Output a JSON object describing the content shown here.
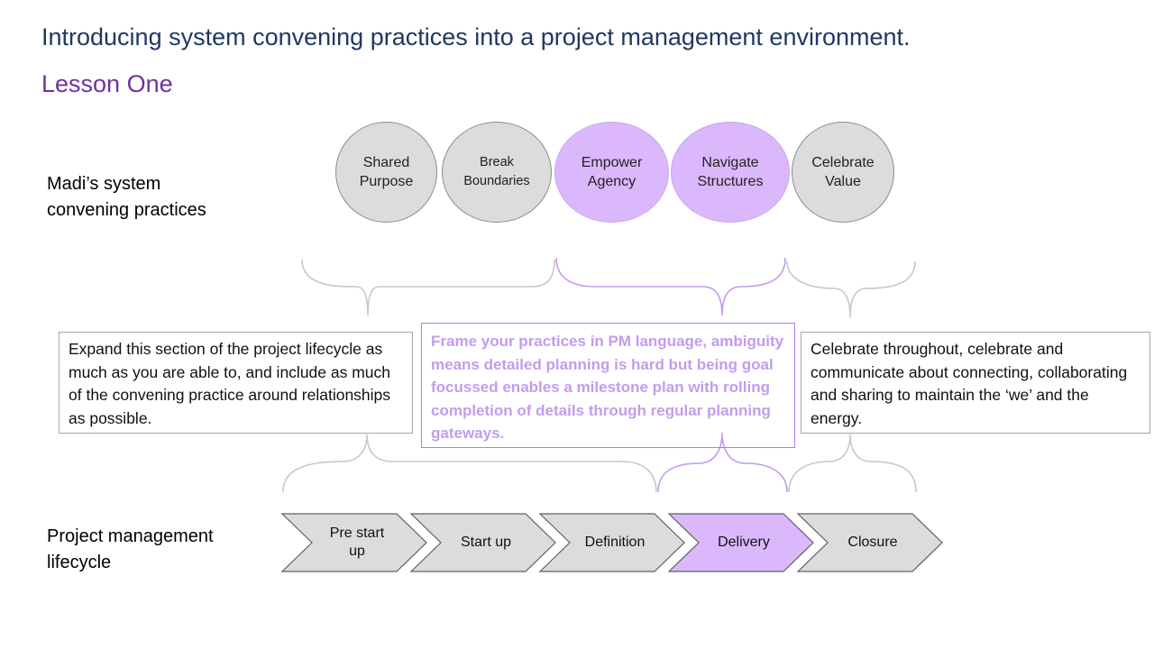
{
  "header": {
    "title": "Introducing system convening practices into a project management environment.",
    "subtitle": "Lesson One"
  },
  "practices": {
    "label_line1": "Madi’s system",
    "label_line2": "convening practices",
    "items": [
      {
        "line1": "Shared",
        "line2": "Purpose",
        "style": "grey"
      },
      {
        "line1": "Break",
        "line2": "Boundaries",
        "style": "grey"
      },
      {
        "line1": "Empower",
        "line2": "Agency",
        "style": "purple"
      },
      {
        "line1": "Navigate",
        "line2": "Structures",
        "style": "purple"
      },
      {
        "line1": "Celebrate",
        "line2": "Value",
        "style": "grey"
      }
    ]
  },
  "guidance": {
    "left": "Expand this section of the project lifecycle as much as you are able to, and include as much of the convening practice around relationships as possible.",
    "middle": "Frame your practices in PM language, ambiguity means detailed planning is hard but being goal focussed enables a milestone plan with rolling completion of details through regular planning gateways.",
    "right": "Celebrate throughout, celebrate and communicate about connecting, collaborating and sharing to maintain the ‘we’ and the energy."
  },
  "lifecycle": {
    "label_line1": "Project management",
    "label_line2": "lifecycle",
    "stages": [
      {
        "line1": "Pre start",
        "line2": "up",
        "style": "grey"
      },
      {
        "line1": "Start up",
        "line2": "",
        "style": "grey"
      },
      {
        "line1": "Definition",
        "line2": "",
        "style": "grey"
      },
      {
        "line1": "Delivery",
        "line2": "",
        "style": "purple"
      },
      {
        "line1": "Closure",
        "line2": "",
        "style": "grey"
      }
    ]
  },
  "colors": {
    "title": "#1f3864",
    "subtitle": "#7030a0",
    "grey_fill": "#dcdcdc",
    "purple_fill": "#dbb8fb",
    "purple_line": "#c29bf0",
    "grey_line": "#c8c8c8"
  }
}
